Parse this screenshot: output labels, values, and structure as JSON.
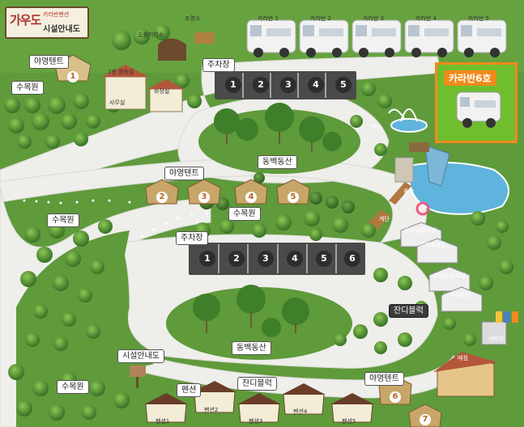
{
  "title": {
    "logo": "가우도",
    "small": "카라반펜션",
    "sub": "시설안내도"
  },
  "caravans": [
    "카라반 1",
    "카라반 2",
    "카라반 3",
    "카라반 4",
    "카라반 5"
  ],
  "selected": "카라반6호",
  "labels": {
    "camp_top": "야영텐트",
    "arboretum_top": "수목원",
    "parking_top": "주차장",
    "camellia_top": "동백동산",
    "camp_mid": "야영텐트",
    "arboretum_mid": "수목원",
    "arboretum_mid2": "수목원",
    "parking_mid": "주차장",
    "lawn_right": "잔디블럭",
    "camellia_bottom": "동백동산",
    "guide": "시설안내도",
    "arboretum_bottom": "수목원",
    "pension": "펜션",
    "lawn_bottom": "잔디블럭",
    "camp_bottom": "야영텐트"
  },
  "tiny": {
    "shed": "숯불저리소",
    "toilet": "화장실",
    "office": "사무실",
    "office_top": "2층 방송실",
    "lamp": "조명소",
    "fountain": "분수",
    "pool": "풀장",
    "stairs": "계단",
    "shower1": "샤워실/탈의실",
    "toilet2": "여자화장실",
    "shower2": "샤워실/탈의실",
    "toilet3": "남자화장실",
    "laundry": "세탁장",
    "mart": "매점",
    "managehouse": "관리동"
  },
  "parking_top_slots": [
    "1",
    "2",
    "3",
    "4",
    "5"
  ],
  "parking_mid_slots": [
    "1",
    "2",
    "3",
    "4",
    "5",
    "6"
  ],
  "campsite_numbers": [
    "1",
    "2",
    "3",
    "4",
    "5",
    "6",
    "7"
  ],
  "pension_names": [
    "펜션1",
    "펜션2",
    "펜션3",
    "펜션4",
    "펜션5"
  ],
  "colors": {
    "grass": "#5f9a3b",
    "path": "#eeeeea",
    "highlight": "#f08a1a",
    "parking": "#4a4a4a"
  }
}
